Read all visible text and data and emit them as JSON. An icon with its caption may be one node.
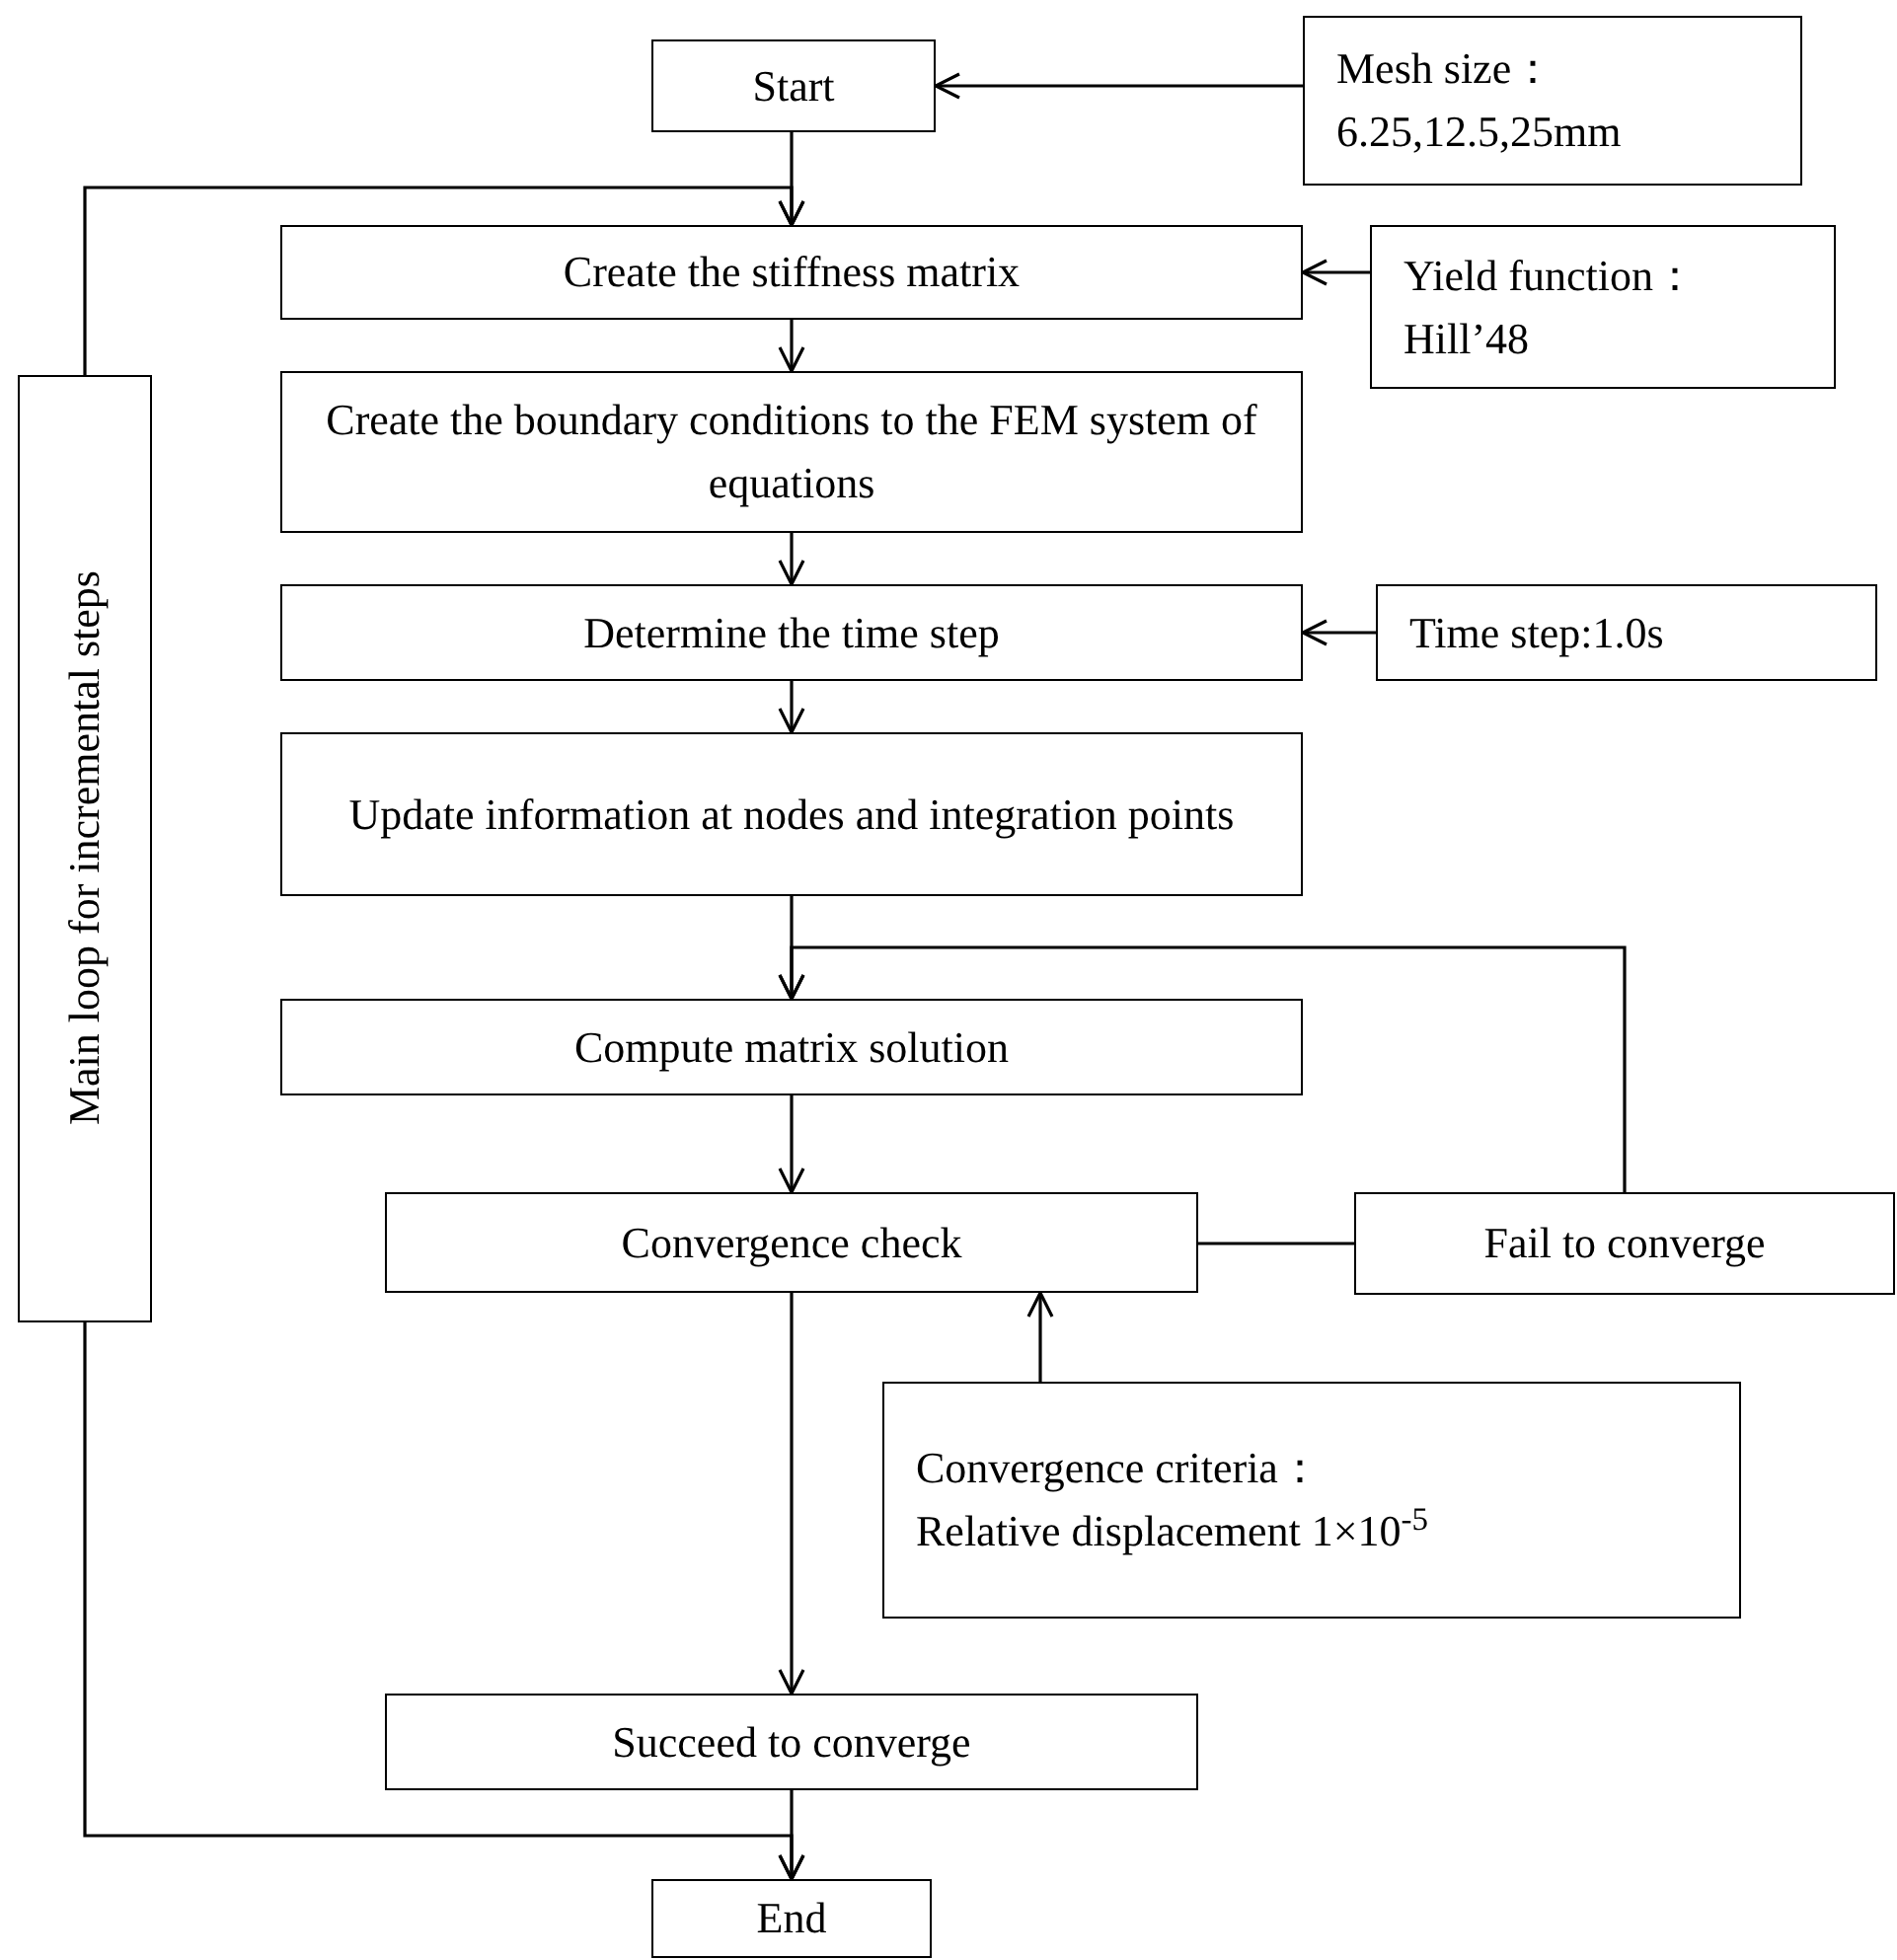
{
  "diagram": {
    "nodes": [
      {
        "text": [
          "Start"
        ]
      },
      {
        "text": [
          "Mesh size：",
          "6.25,12.5,25mm"
        ]
      },
      {
        "text": [
          "Create the stiffness matrix"
        ]
      },
      {
        "text": [
          "Yield function：",
          "Hill’48"
        ]
      },
      {
        "text": [
          "Create the boundary conditions to the FEM system of equations"
        ]
      },
      {
        "text": [
          "Determine the time step"
        ]
      },
      {
        "text": [
          "Time step:1.0s"
        ]
      },
      {
        "text": [
          "Update information at nodes and integration points"
        ]
      },
      {
        "text": [
          "Compute matrix solution"
        ]
      },
      {
        "text": [
          "Convergence check"
        ]
      },
      {
        "text": [
          "Fail to converge"
        ]
      },
      {
        "text": [
          "Convergence criteria：",
          "Relative displacement 1×10$^{-5}$"
        ]
      },
      {
        "text": [
          "Succeed to converge"
        ]
      },
      {
        "text": [
          "End"
        ]
      },
      {
        "text": [
          "Main loop for incremental steps"
        ]
      }
    ],
    "edges": [
      {
        "from": 1,
        "to": 0,
        "arrow": "to"
      },
      {
        "from": 0,
        "to": 2,
        "arrow": "to"
      },
      {
        "from": 3,
        "to": 2,
        "arrow": "to"
      },
      {
        "from": 2,
        "to": 4,
        "arrow": "to"
      },
      {
        "from": 4,
        "to": 5,
        "arrow": "to"
      },
      {
        "from": 6,
        "to": 5,
        "arrow": "to"
      },
      {
        "from": 5,
        "to": 7,
        "arrow": "to"
      },
      {
        "from": 7,
        "to": 8,
        "arrow": "to"
      },
      {
        "from": 8,
        "to": 9,
        "arrow": "to"
      },
      {
        "from": 9,
        "to": 10,
        "arrow": "none"
      },
      {
        "from": 10,
        "to": 8,
        "arrow": "to"
      },
      {
        "from": 11,
        "to": 9,
        "arrow": "to"
      },
      {
        "from": 9,
        "to": 12,
        "arrow": "to"
      },
      {
        "from": 12,
        "to": 13,
        "arrow": "to"
      },
      {
        "from": 14,
        "to": 2,
        "arrow": "to"
      },
      {
        "from": 14,
        "to": 13,
        "arrow": "to"
      }
    ]
  }
}
